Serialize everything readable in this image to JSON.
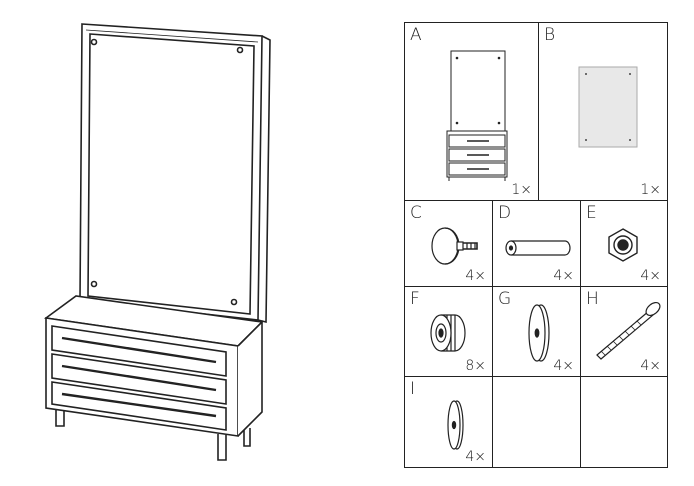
{
  "parts": [
    {
      "id": "A",
      "qty": "1×",
      "icon": "mirror-dresser-icon"
    },
    {
      "id": "B",
      "qty": "1×",
      "icon": "mirror-panel-icon"
    },
    {
      "id": "C",
      "qty": "4×",
      "icon": "knob-bolt-icon"
    },
    {
      "id": "D",
      "qty": "4×",
      "icon": "dowel-icon"
    },
    {
      "id": "E",
      "qty": "4×",
      "icon": "hex-nut-icon"
    },
    {
      "id": "F",
      "qty": "8×",
      "icon": "spacer-icon"
    },
    {
      "id": "G",
      "qty": "4×",
      "icon": "washer-icon"
    },
    {
      "id": "H",
      "qty": "4×",
      "icon": "screw-icon"
    },
    {
      "id": "I",
      "qty": "4×",
      "icon": "small-washer-icon"
    }
  ],
  "colors": {
    "line": "#222222",
    "mirror": "#e8e8e8"
  }
}
